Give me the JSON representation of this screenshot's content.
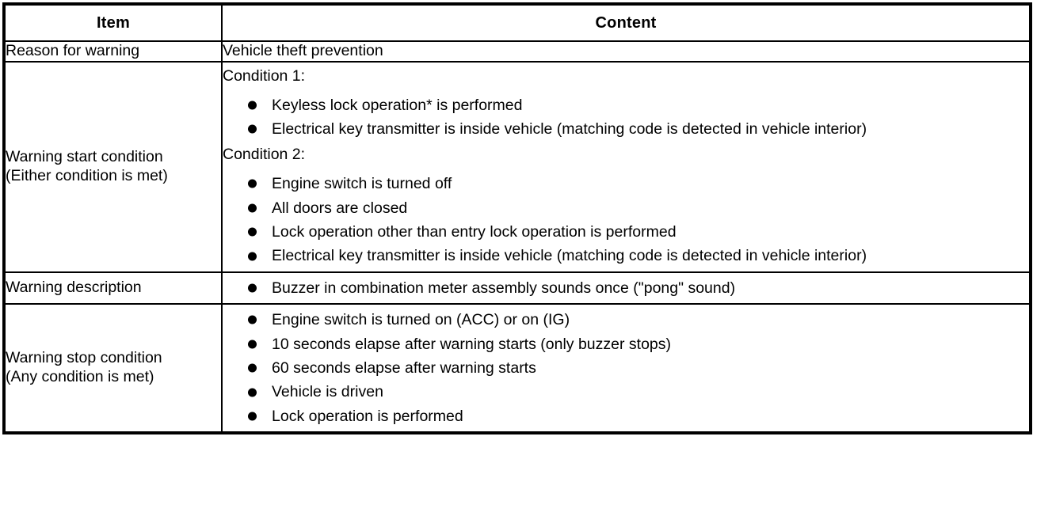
{
  "table": {
    "headers": {
      "item": "Item",
      "content": "Content"
    },
    "rows": [
      {
        "item": "Reason for warning",
        "content_text": "Vehicle theft prevention"
      },
      {
        "item_line1": "Warning start condition",
        "item_line2": "(Either condition is met)",
        "condition1_label": "Condition 1:",
        "condition1_bullets": [
          "Keyless lock operation* is performed",
          "Electrical key transmitter is inside vehicle (matching code is detected in vehicle interior)"
        ],
        "condition2_label": "Condition 2:",
        "condition2_bullets": [
          "Engine switch is turned off",
          "All doors are closed",
          "Lock operation other than entry lock operation is performed",
          "Electrical key transmitter is inside vehicle (matching code is detected in vehicle interior)"
        ]
      },
      {
        "item": "Warning description",
        "bullets": [
          "Buzzer in combination meter assembly sounds once (\"pong\" sound)"
        ]
      },
      {
        "item_line1": "Warning stop condition",
        "item_line2": "(Any condition is met)",
        "bullets": [
          "Engine switch is turned on (ACC) or on (IG)",
          "10 seconds elapse after warning starts (only buzzer stops)",
          "60 seconds elapse after warning starts",
          "Vehicle is driven",
          "Lock operation is performed"
        ]
      }
    ]
  },
  "colors": {
    "border": "#000000",
    "text": "#000000",
    "background": "#ffffff"
  }
}
